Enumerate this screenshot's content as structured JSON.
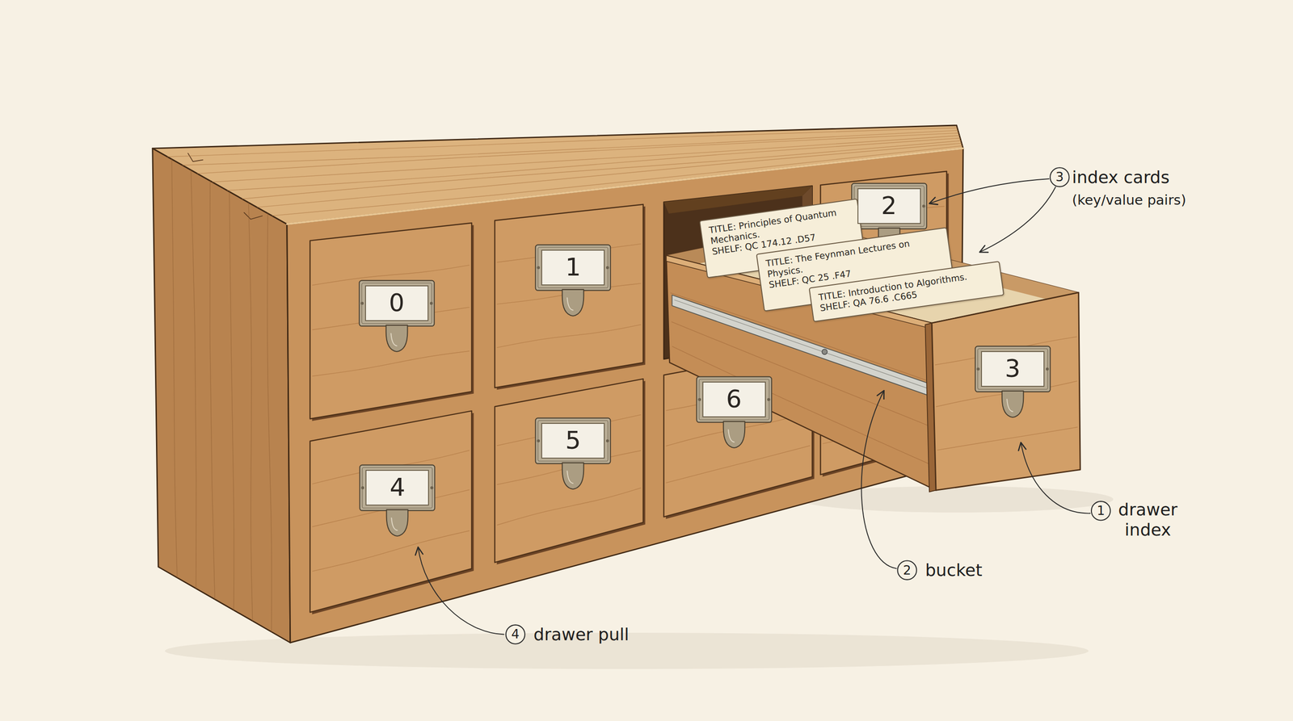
{
  "diagram": {
    "nodes": [
      {
        "text": [
          "0"
        ]
      },
      {
        "text": [
          "1"
        ]
      },
      {
        "text": [
          "2"
        ]
      },
      {
        "text": [
          "3"
        ]
      },
      {
        "text": [
          "4"
        ]
      },
      {
        "text": [
          "5"
        ]
      },
      {
        "text": [
          "6"
        ]
      },
      {
        "text": [
          "TITLE: Principles of Quantum Mechanics.",
          "SHELF: QC 174.12 .D57"
        ]
      },
      {
        "text": [
          "TITLE: The Feynman Lectures on Physics.",
          "SHELF: QC 25 .F47"
        ]
      },
      {
        "text": [
          "TITLE: Introduction to Algorithms.",
          "SHELF: QA 76.6 .C665"
        ]
      }
    ],
    "labels": [
      "3",
      "index cards",
      "(key/value pairs)",
      "1",
      "drawer index",
      "2",
      "bucket",
      "4",
      "drawer pull"
    ]
  }
}
